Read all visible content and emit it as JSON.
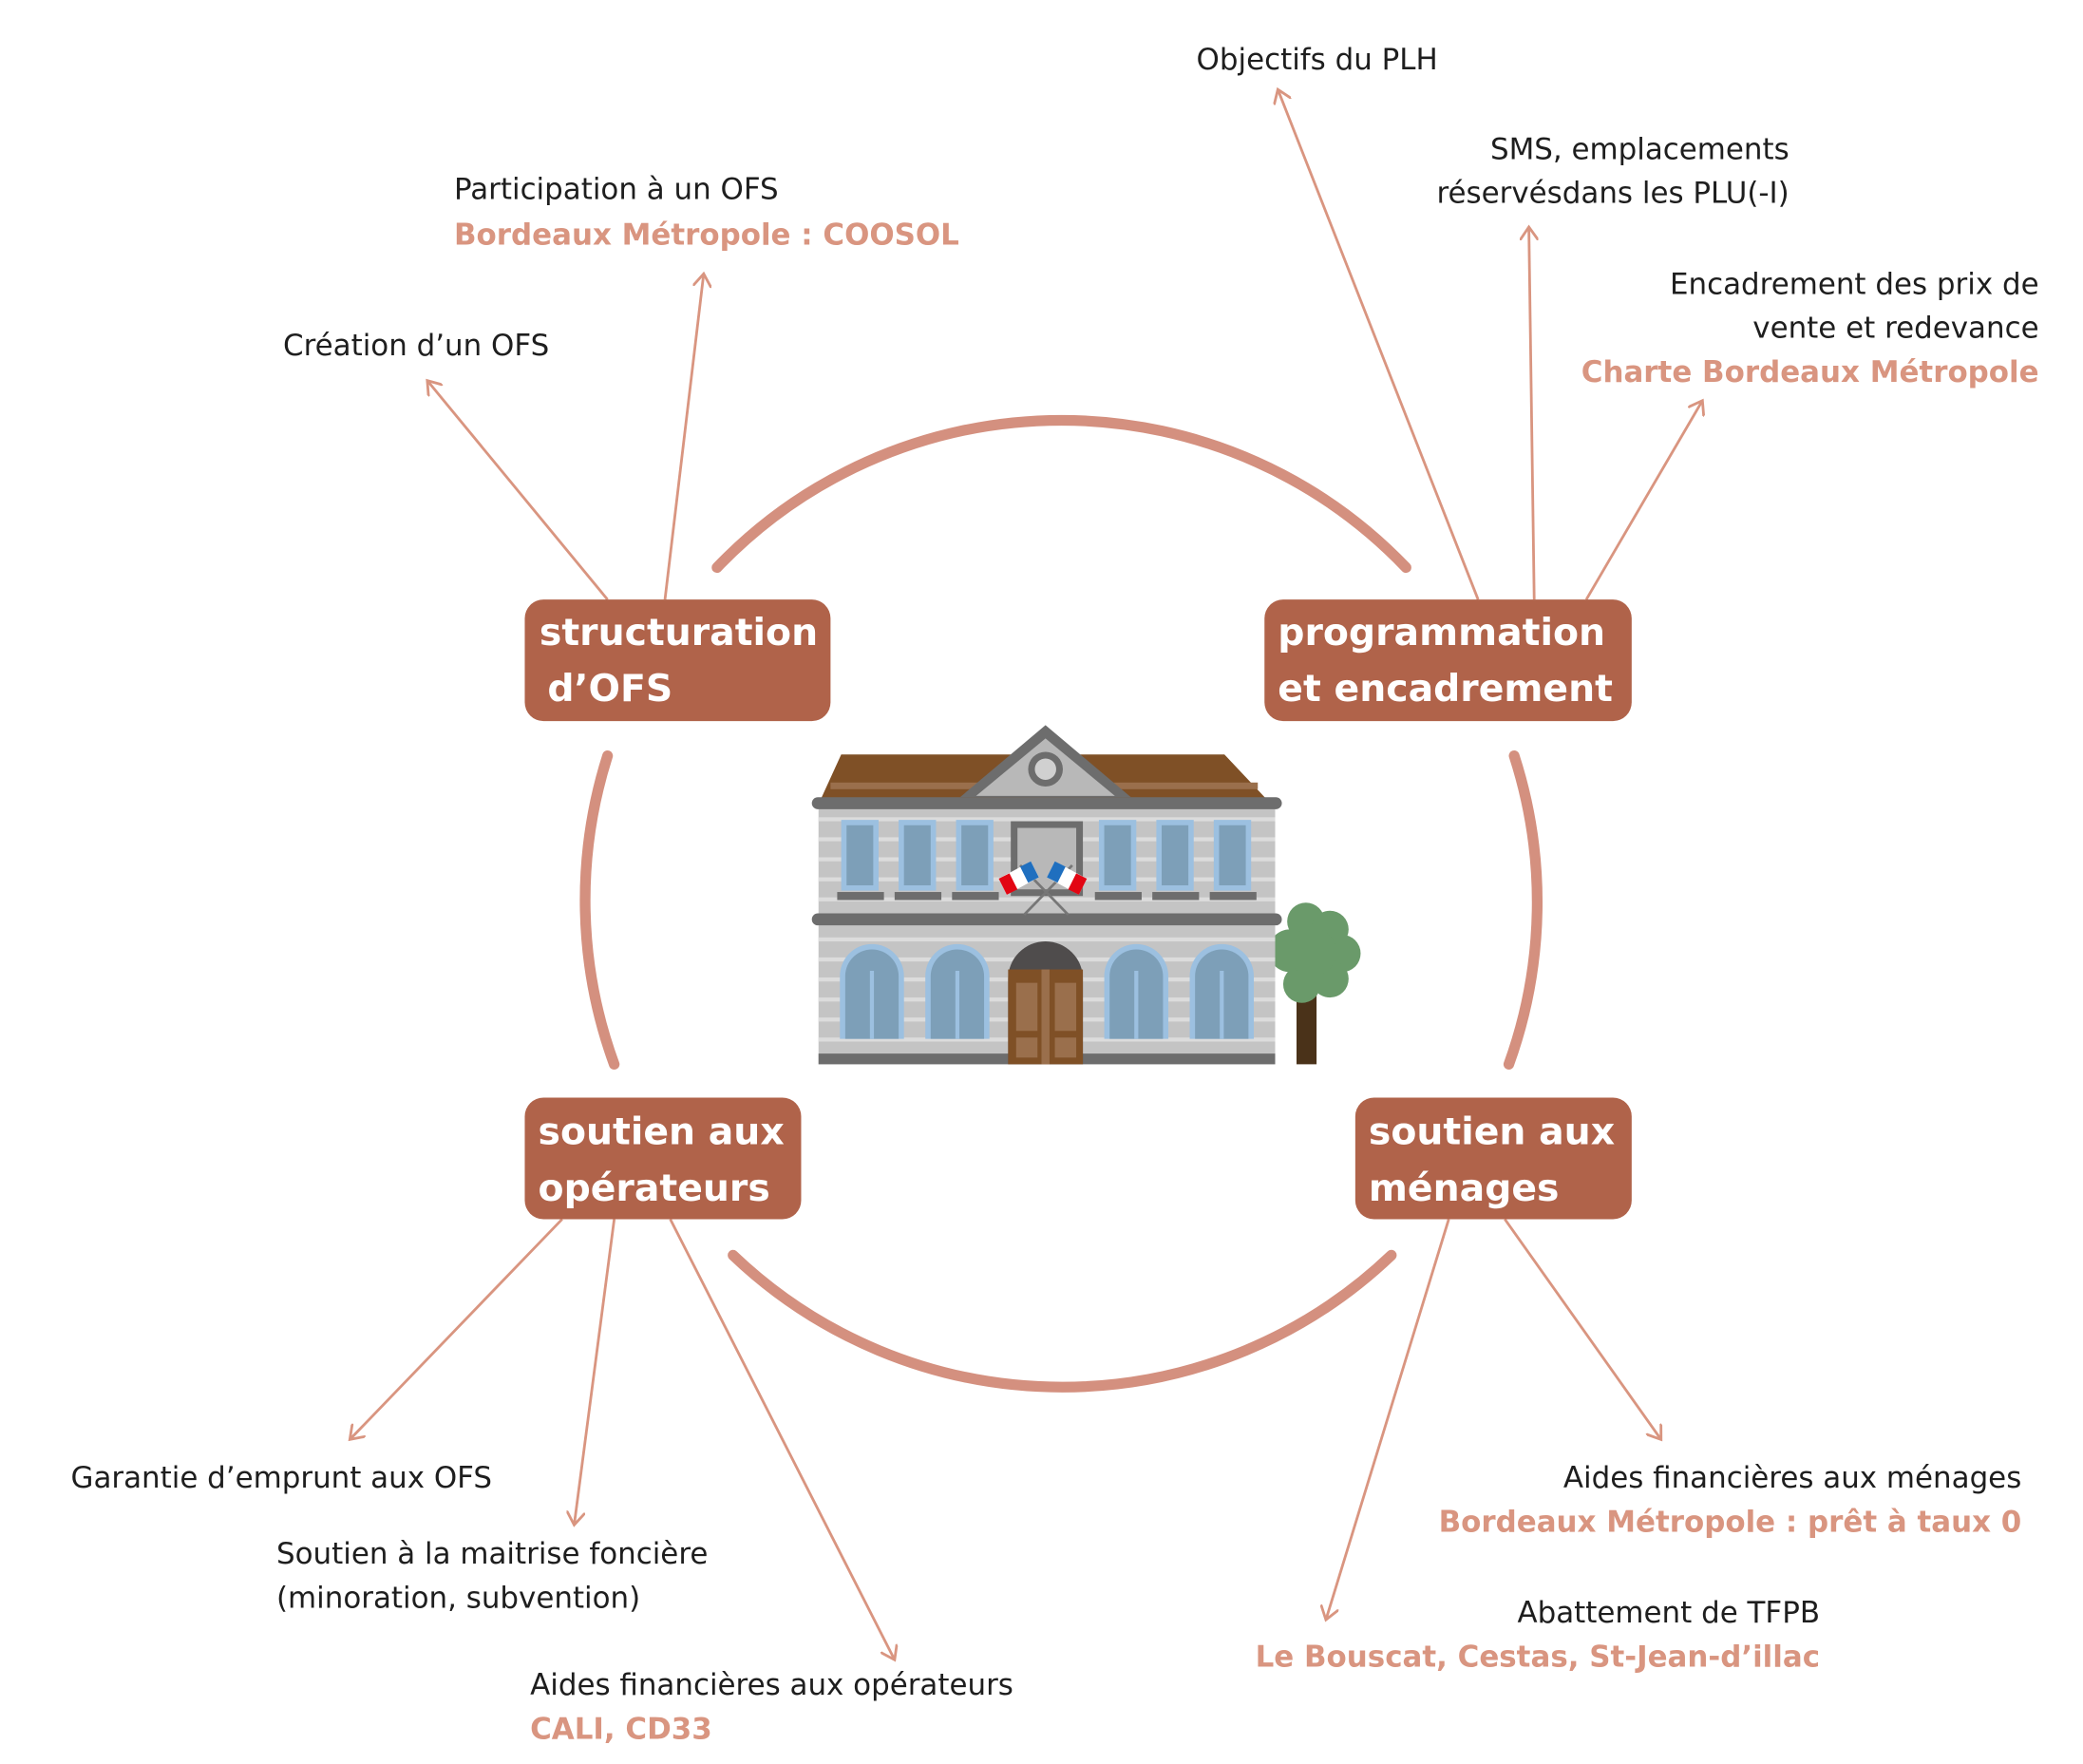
{
  "colors": {
    "box": "#b0634a",
    "accent": "#d99580",
    "ring": "#d4907f"
  },
  "hubs": {
    "structuration": [
      "structuration",
      "d’OFS"
    ],
    "programmation": [
      "programmation",
      "et encadrement"
    ],
    "operateurs": [
      "soutien aux",
      "opérateurs"
    ],
    "menages": [
      "soutien aux",
      "ménages"
    ]
  },
  "labels": {
    "creation": "Création d’un OFS",
    "participation": "Participation à un OFS",
    "participation_hl": "Bordeaux Métropole : COOSOL",
    "plh": "Objectifs du PLH",
    "sms": [
      "SMS, emplacements",
      "réservésdans les PLU(-I)"
    ],
    "encadrement": [
      "Encadrement des prix de",
      "vente et redevance"
    ],
    "encadrement_hl": "Charte Bordeaux Métropole",
    "garantie": "Garantie d’emprunt aux OFS",
    "maitrise": [
      "Soutien à la maitrise foncière",
      "(minoration, subvention)"
    ],
    "aides_op": "Aides financières aux opérateurs",
    "aides_op_hl": "CALI, CD33",
    "aides_men": "Aides financières aux ménages",
    "aides_men_hl": "Bordeaux Métropole : prêt à taux 0",
    "tfpb": "Abattement de TFPB",
    "tfpb_hl": "Le Bouscat, Cestas, St-Jean-d’illac"
  },
  "icons": {
    "center": "town-hall-icon",
    "tree": "tree-icon"
  }
}
